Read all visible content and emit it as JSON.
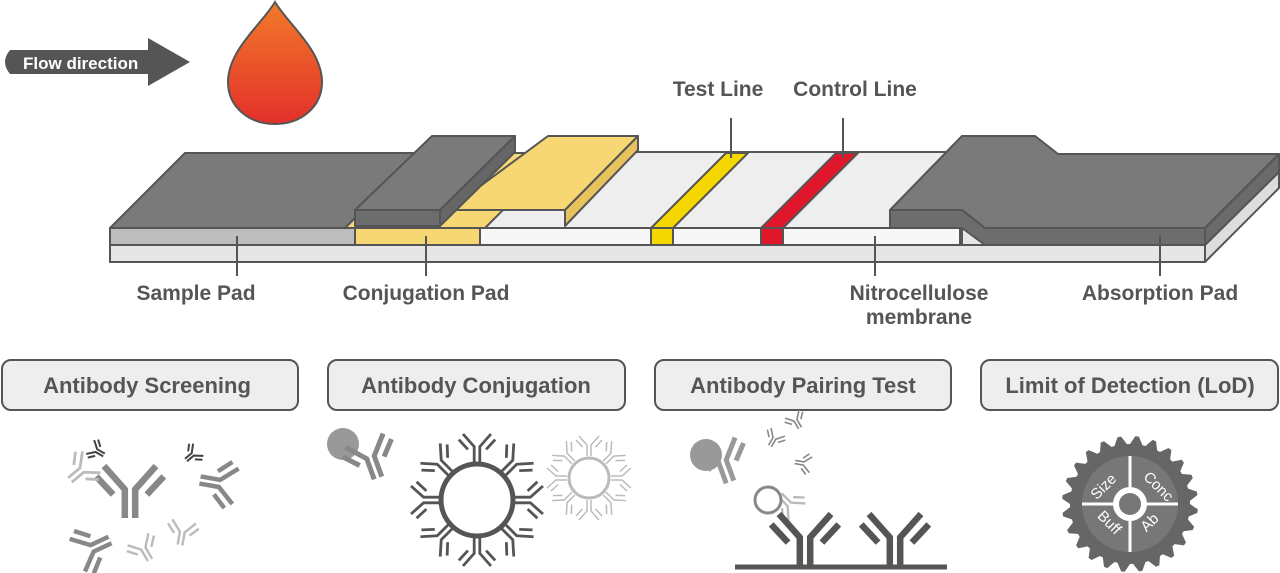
{
  "flow": {
    "label": "Flow direction"
  },
  "strip": {
    "test_line": "Test Line",
    "control_line": "Control Line",
    "sample_pad": "Sample Pad",
    "conjugation_pad": "Conjugation Pad",
    "nitrocellulose_1": "Nitrocellulose",
    "nitrocellulose_2": "membrane",
    "absorption_pad": "Absorption Pad"
  },
  "steps": [
    {
      "label": "Antibody Screening"
    },
    {
      "label": "Antibody Conjugation"
    },
    {
      "label": "Antibody Pairing Test"
    },
    {
      "label": "Limit of Detection (LoD)"
    }
  ],
  "gear": {
    "q1": "Size",
    "q2": "Conc",
    "q3": "Buff",
    "q4": "Ab"
  },
  "colors": {
    "pad_gray": "#7a7a7a",
    "pad_dark": "#555555",
    "conjugation_yellow": "#f7d774",
    "membrane": "#eeeeee",
    "test_line": "#f5d800",
    "control_line": "#e0162b",
    "drop_top": "#f27a2a",
    "drop_bottom": "#e3302a"
  },
  "icons": [
    "blood-drop-icon",
    "antibody-icon",
    "nanoparticle-icon",
    "gear-icon"
  ]
}
